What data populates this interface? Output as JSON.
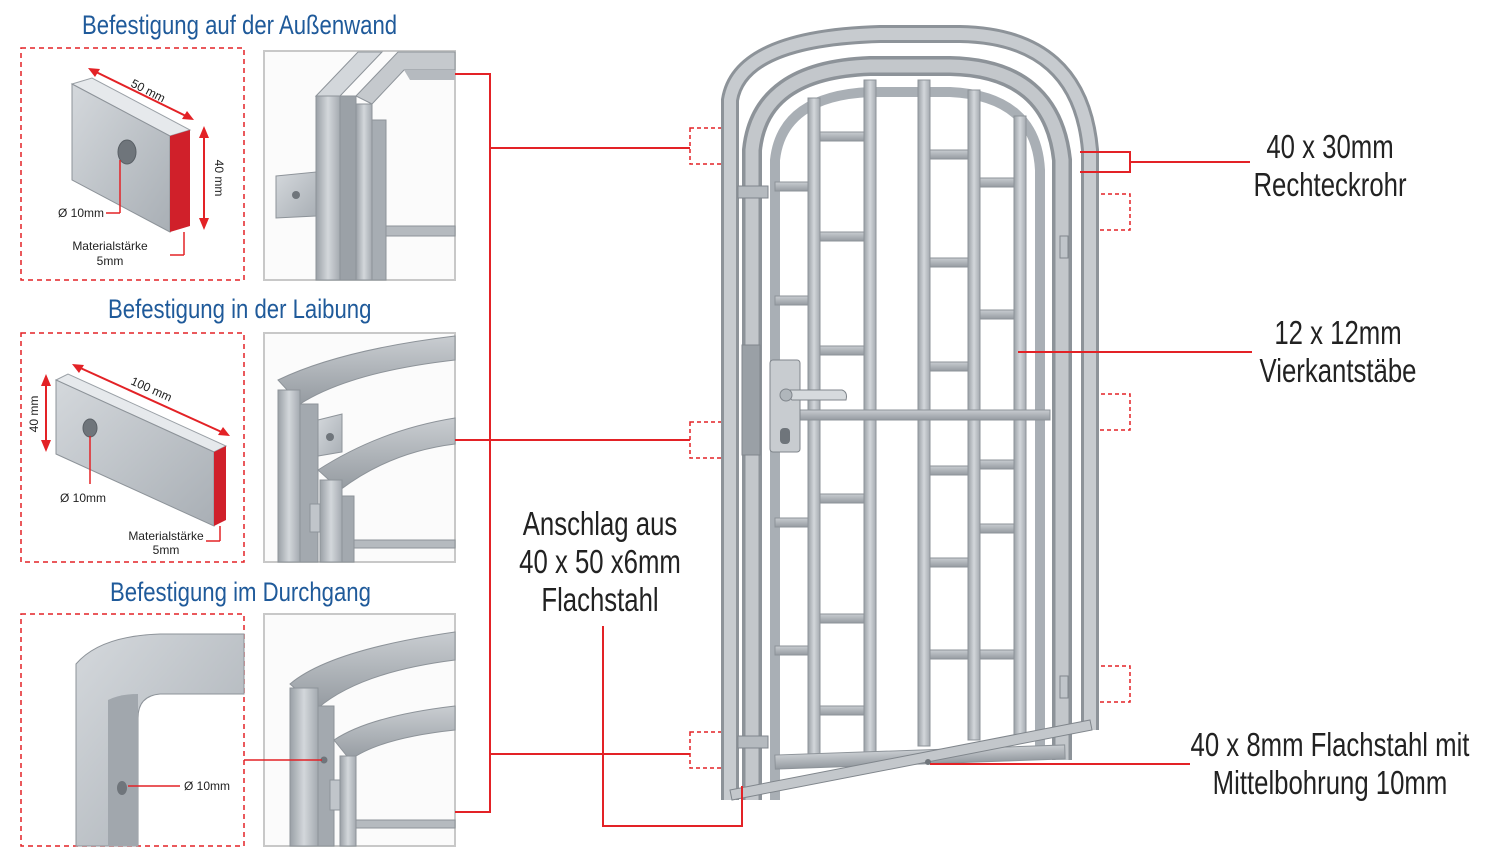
{
  "sections": [
    {
      "title": "Befestigung auf der Außenwand",
      "dim_a": "50 mm",
      "dim_b": "40 mm",
      "hole": "Ø 10mm",
      "thickness_label": "Materialstärke",
      "thickness_value": "5mm"
    },
    {
      "title": "Befestigung in der Laibung",
      "dim_a": "100 mm",
      "dim_b": "40 mm",
      "hole": "Ø 10mm",
      "thickness_label": "Materialstärke",
      "thickness_value": "5mm"
    },
    {
      "title": "Befestigung im Durchgang",
      "hole": "Ø 10mm"
    }
  ],
  "specs": {
    "frame": {
      "line1": "40 x 30mm",
      "line2": "Rechteckrohr"
    },
    "bars": {
      "line1": "12 x 12mm",
      "line2": "Vierkantstäbe"
    },
    "stop": {
      "line1": "Anschlag aus",
      "line2": "40 x 50 x6mm",
      "line3": "Flachstahl"
    },
    "bottom": {
      "line1": "40 x 8mm Flachstahl mit",
      "line2": "Mittelbohrung 10mm"
    }
  },
  "colors": {
    "accent": "#e32226",
    "title": "#1f5a9a",
    "steel": "#b9bec3",
    "steel_dark": "#8d9399",
    "panel_border": "#c8c8c8"
  }
}
